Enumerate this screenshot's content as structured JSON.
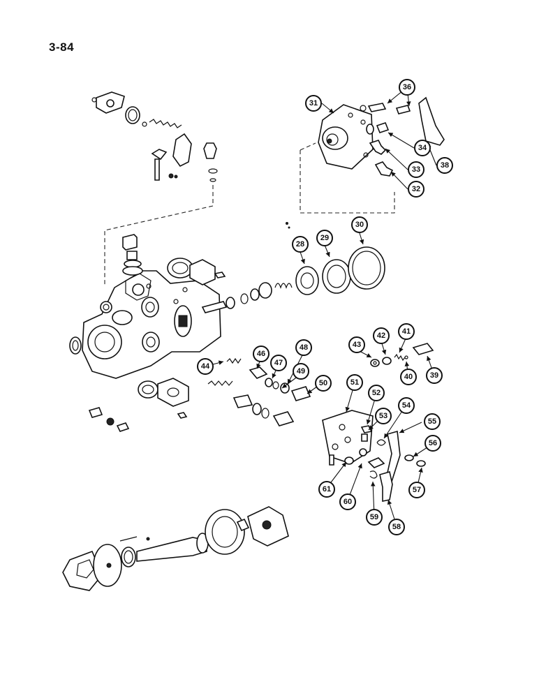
{
  "page": {
    "number": "3-84"
  },
  "callouts": [
    "28",
    "29",
    "30",
    "31",
    "32",
    "33",
    "34",
    "36",
    "38",
    "39",
    "40",
    "41",
    "42",
    "43",
    "44",
    "46",
    "47",
    "48",
    "49",
    "50",
    "51",
    "52",
    "53",
    "54",
    "55",
    "56",
    "57",
    "58",
    "59",
    "60",
    "61"
  ]
}
